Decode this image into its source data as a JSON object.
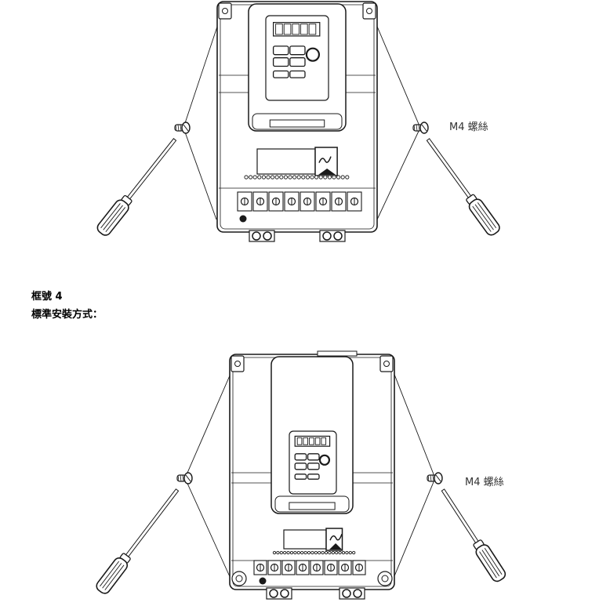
{
  "figure_top": {
    "screw_label": "M4 螺絲"
  },
  "section": {
    "frame_title": "框號 4",
    "mounting_title": "標準安裝方式："
  },
  "figure_bottom": {
    "screw_label": "M4 螺絲"
  },
  "colors": {
    "line": "#1a1a1a",
    "text": "#333333"
  }
}
